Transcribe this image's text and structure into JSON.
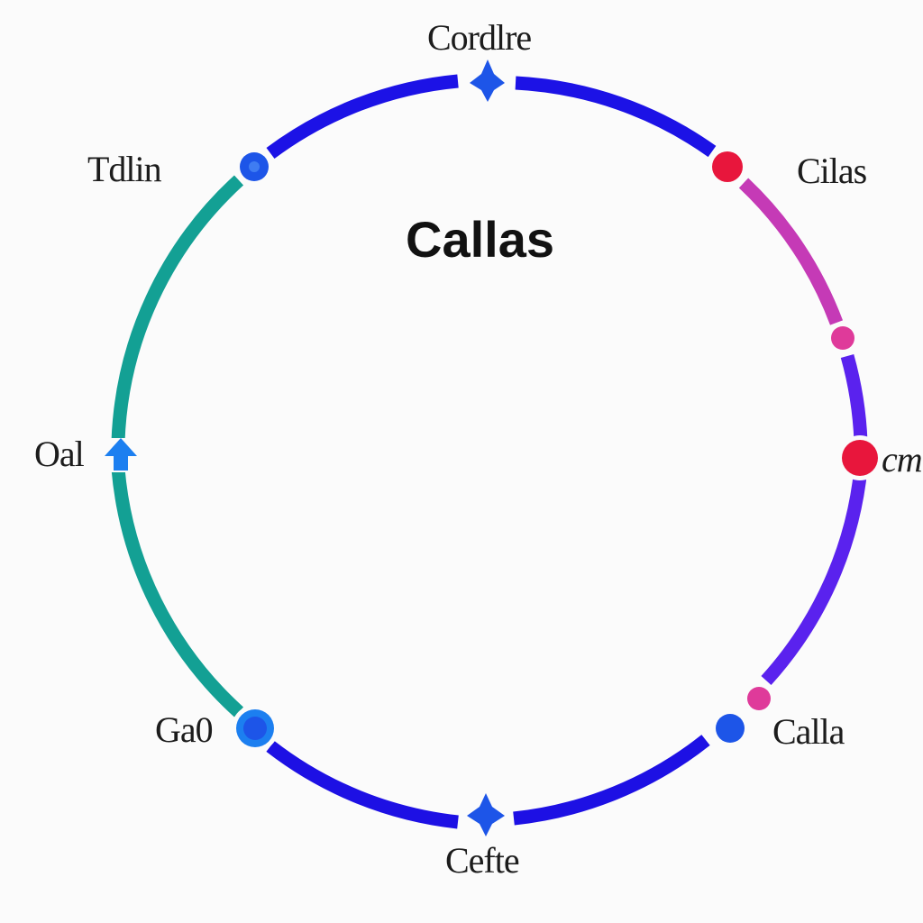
{
  "title": "Callas",
  "labels": {
    "top": "Cordlre",
    "top_left": "Tdlin",
    "top_right": "Cilas",
    "left": "Oal",
    "right": "cm",
    "bottom_left": "Ga0",
    "bottom_right": "Calla",
    "bottom": "Cefte"
  },
  "colors": {
    "background": "#fbfbfb",
    "arc_top": "#1c12e6",
    "arc_magenta": "#c53ab6",
    "arc_violet": "#5a22ee",
    "arc_bottom": "#1d10e4",
    "arc_teal": "#13a094",
    "node_blue": "#1d55e8",
    "node_red": "#e8163c",
    "node_pink": "#df3a9a",
    "node_sky": "#1c7ff0"
  },
  "icons": {
    "top": "star-icon",
    "top_left": "dot-icon",
    "top_right": "dot-icon",
    "right_upper": "dot-icon",
    "right": "dot-icon",
    "bottom_right_upper": "dot-icon",
    "bottom_right": "dot-icon",
    "bottom": "star-icon",
    "bottom_left": "ring-icon",
    "left": "arrow-up-icon"
  }
}
